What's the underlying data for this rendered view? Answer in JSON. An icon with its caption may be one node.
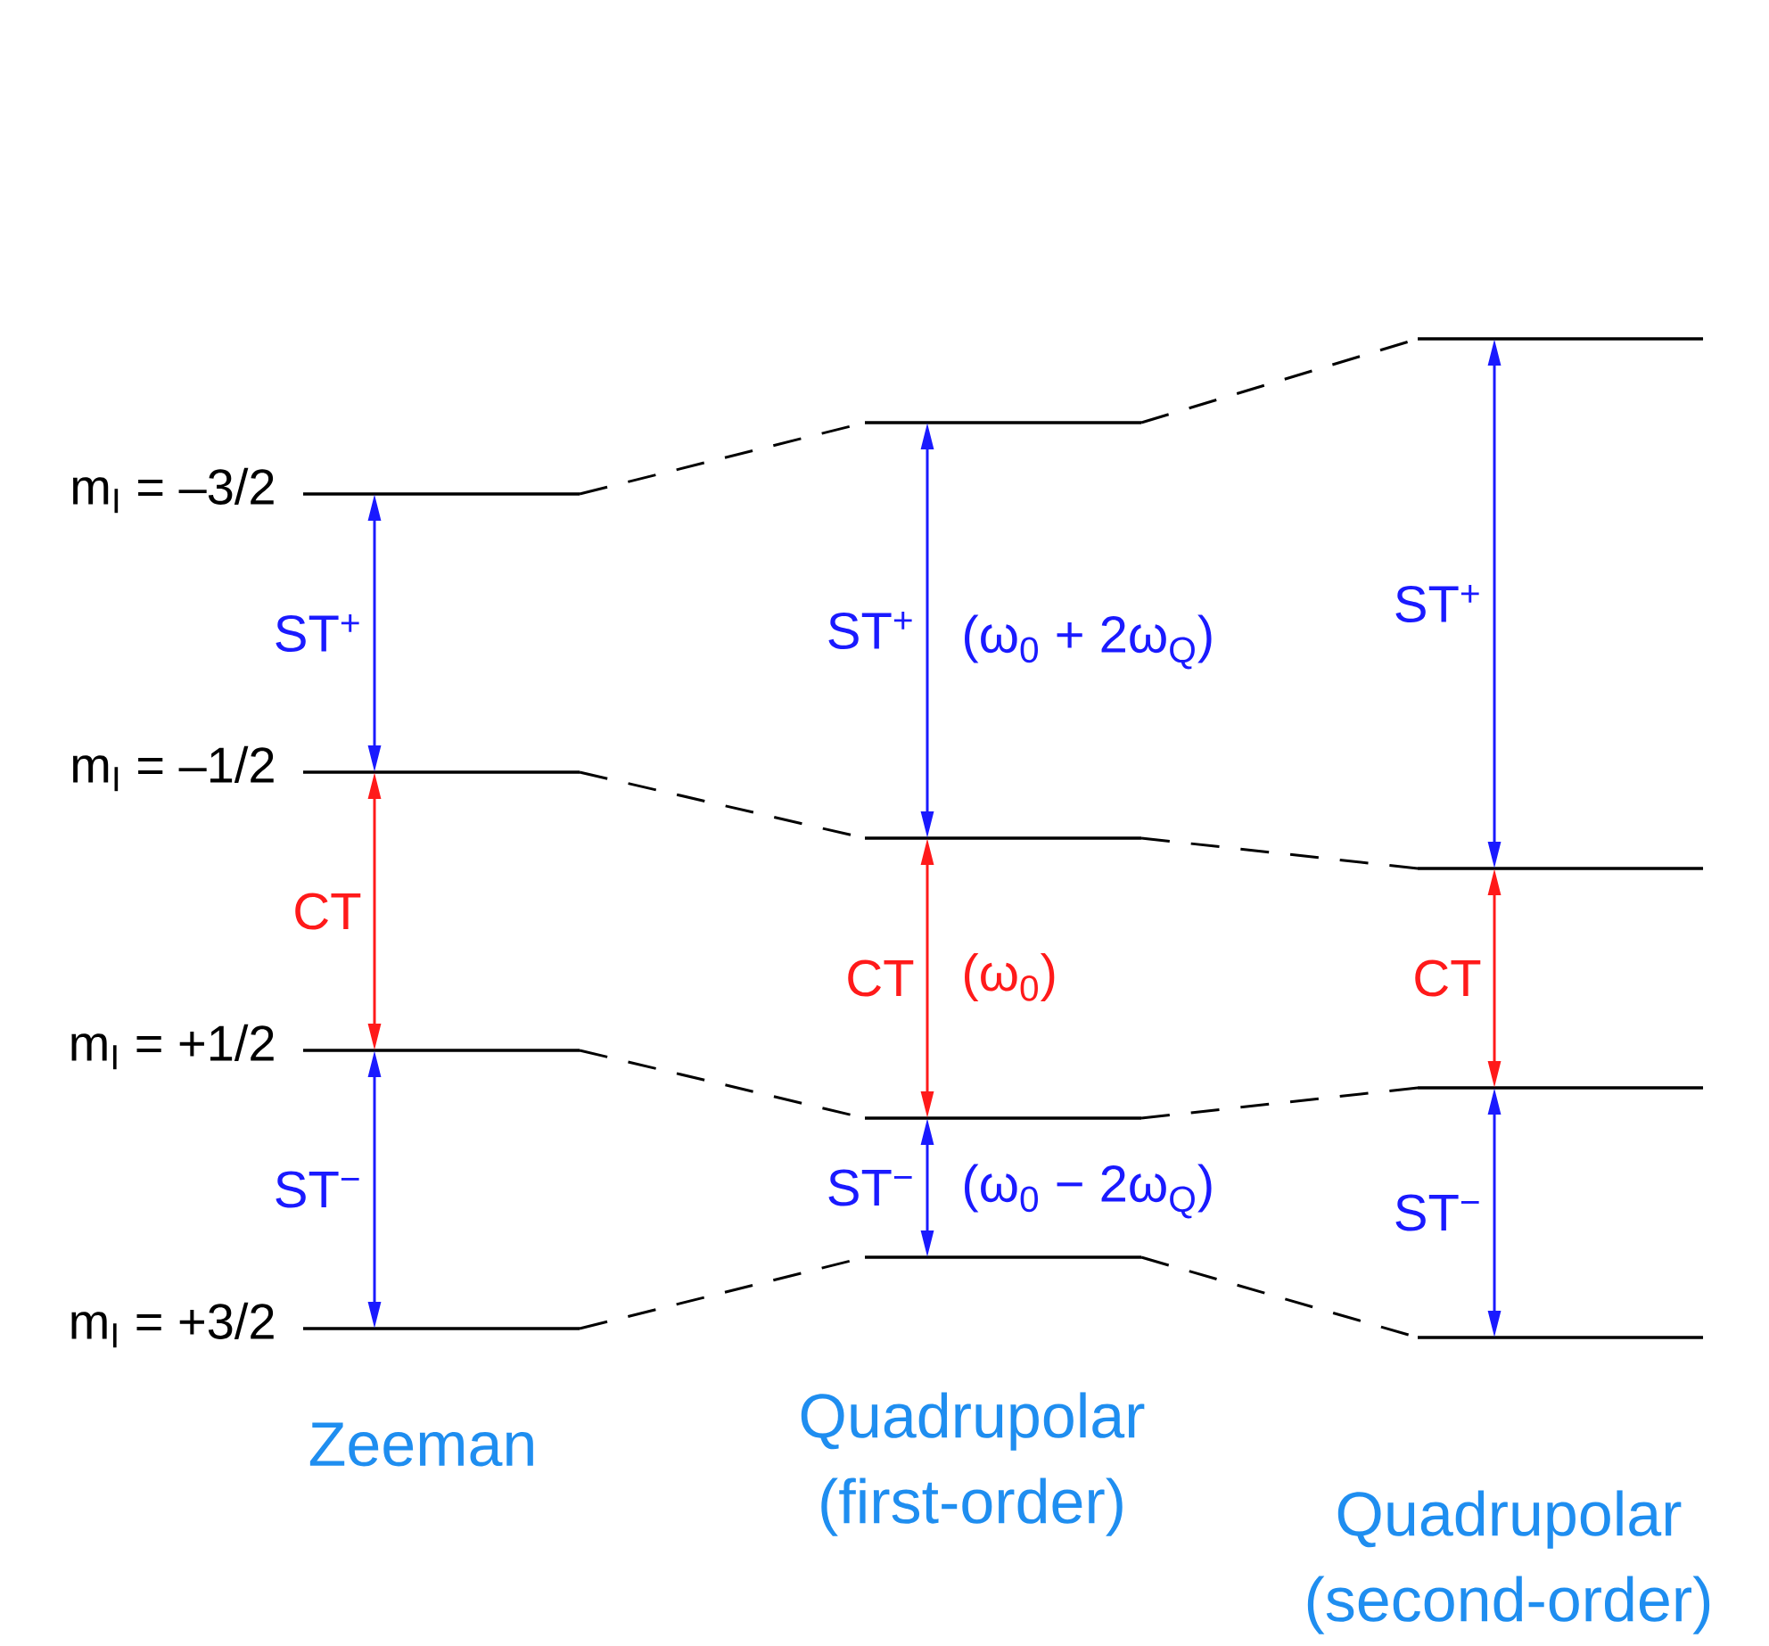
{
  "diagram": {
    "nodes": [
      {
        "text": [],
        "shape": "bar",
        "beside": [
          "m$_{I}$ = –3/2"
        ]
      },
      {
        "text": [],
        "shape": "bar",
        "beside": [
          "m$_{I}$ = –1/2"
        ]
      },
      {
        "text": [],
        "shape": "bar",
        "beside": [
          "m$_{I}$ = +1/2"
        ]
      },
      {
        "text": [],
        "shape": "bar",
        "beside": [
          "m$_{I}$ = +3/2"
        ]
      },
      {
        "text": [],
        "shape": "bar"
      },
      {
        "text": [],
        "shape": "bar"
      },
      {
        "text": [],
        "shape": "bar"
      },
      {
        "text": [],
        "shape": "bar"
      },
      {
        "text": [],
        "shape": "bar"
      },
      {
        "text": [],
        "shape": "bar"
      },
      {
        "text": [],
        "shape": "bar"
      },
      {
        "text": [],
        "shape": "bar"
      }
    ],
    "edges": [
      {
        "from": 0,
        "to": 4,
        "arrow": "none",
        "style": "dashed"
      },
      {
        "from": 1,
        "to": 5,
        "arrow": "none",
        "style": "dashed"
      },
      {
        "from": 2,
        "to": 6,
        "arrow": "none",
        "style": "dashed"
      },
      {
        "from": 3,
        "to": 7,
        "arrow": "none",
        "style": "dashed"
      },
      {
        "from": 4,
        "to": 8,
        "arrow": "none",
        "style": "dashed"
      },
      {
        "from": 5,
        "to": 9,
        "arrow": "none",
        "style": "dashed"
      },
      {
        "from": 6,
        "to": 10,
        "arrow": "none",
        "style": "dashed"
      },
      {
        "from": 7,
        "to": 11,
        "arrow": "none",
        "style": "dashed"
      },
      {
        "from": 0,
        "to": 1,
        "arrow": "both",
        "label": "ST$^{+}$",
        "color": "#1a1aff"
      },
      {
        "from": 1,
        "to": 2,
        "arrow": "both",
        "label": "CT",
        "color": "#ff1a1a"
      },
      {
        "from": 2,
        "to": 3,
        "arrow": "both",
        "label": "ST$^{−}$",
        "color": "#1a1aff"
      },
      {
        "from": 4,
        "to": 5,
        "arrow": "both",
        "label": "ST$^{+}$",
        "color": "#1a1aff"
      },
      {
        "from": 5,
        "to": 6,
        "arrow": "both",
        "label": "CT",
        "color": "#ff1a1a"
      },
      {
        "from": 6,
        "to": 7,
        "arrow": "both",
        "label": "ST$^{−}$",
        "color": "#1a1aff"
      },
      {
        "from": 8,
        "to": 9,
        "arrow": "both",
        "label": "ST$^{+}$",
        "color": "#1a1aff"
      },
      {
        "from": 9,
        "to": 10,
        "arrow": "both",
        "label": "CT",
        "color": "#ff1a1a"
      },
      {
        "from": 10,
        "to": 11,
        "arrow": "both",
        "label": "ST$^{−}$",
        "color": "#1a1aff"
      }
    ],
    "labels": [
      "(ω$_{0}$ + 2ω$_{Q}$)",
      "(ω$_{0}$)",
      "(ω$_{0}$ − 2ω$_{Q}$)",
      "Zeeman",
      "Quadrupolar (first-order)",
      "Quadrupolar (second-order)"
    ]
  }
}
